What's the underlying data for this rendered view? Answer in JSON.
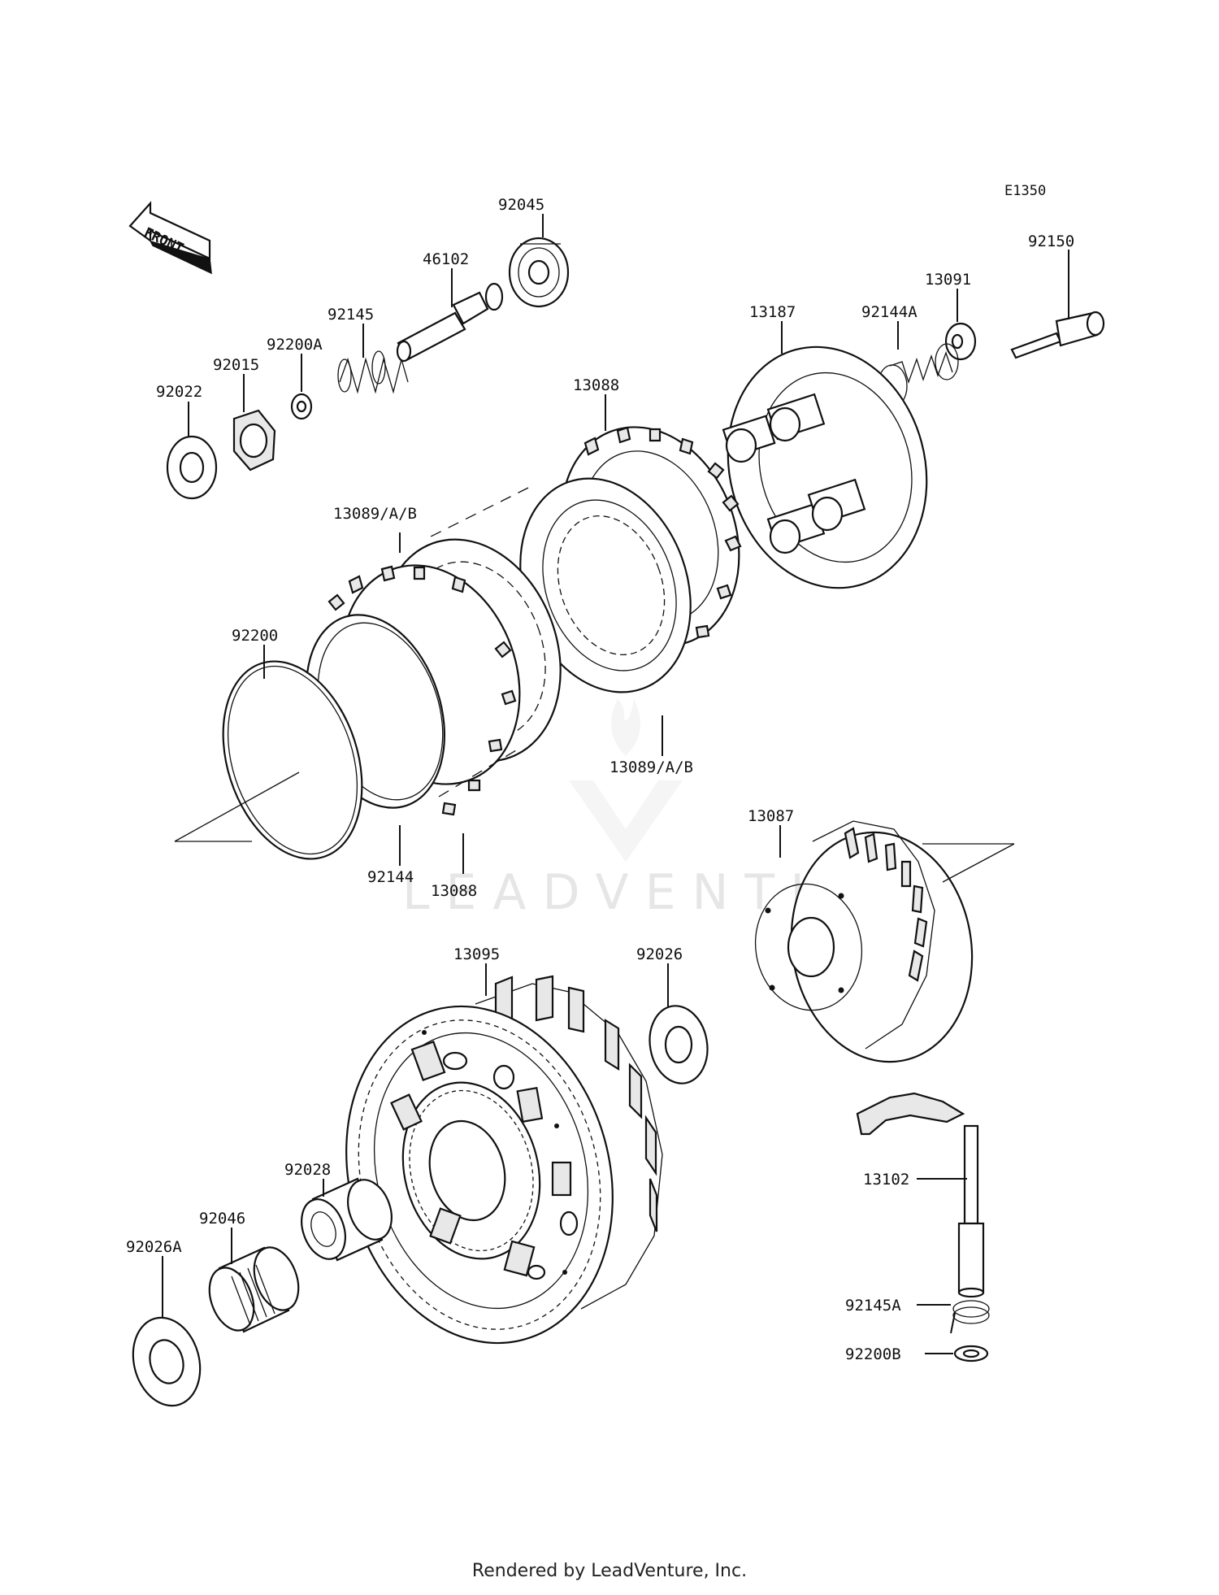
{
  "diagram_code": "E1350",
  "front_label": "FRONT",
  "watermark": "LEADVENTURE",
  "footer": "Rendered by LeadVenture, Inc.",
  "parts": [
    {
      "id": "p92045",
      "label": "92045"
    },
    {
      "id": "p46102",
      "label": "46102"
    },
    {
      "id": "p92145",
      "label": "92145"
    },
    {
      "id": "p92200A",
      "label": "92200A"
    },
    {
      "id": "p92015",
      "label": "92015"
    },
    {
      "id": "p92022",
      "label": "92022"
    },
    {
      "id": "p92150",
      "label": "92150"
    },
    {
      "id": "p13091",
      "label": "13091"
    },
    {
      "id": "p13187",
      "label": "13187"
    },
    {
      "id": "p92144A",
      "label": "92144A"
    },
    {
      "id": "p13088a",
      "label": "13088"
    },
    {
      "id": "p13089a",
      "label": "13089/A/B"
    },
    {
      "id": "p92200",
      "label": "92200"
    },
    {
      "id": "p13089b",
      "label": "13089/A/B"
    },
    {
      "id": "p92144",
      "label": "92144"
    },
    {
      "id": "p13088b",
      "label": "13088"
    },
    {
      "id": "p13087",
      "label": "13087"
    },
    {
      "id": "p13095",
      "label": "13095"
    },
    {
      "id": "p92026",
      "label": "92026"
    },
    {
      "id": "p92028",
      "label": "92028"
    },
    {
      "id": "p92046",
      "label": "92046"
    },
    {
      "id": "p92026A",
      "label": "92026A"
    },
    {
      "id": "p13102",
      "label": "13102"
    },
    {
      "id": "p92145A",
      "label": "92145A"
    },
    {
      "id": "p92200B",
      "label": "92200B"
    }
  ]
}
